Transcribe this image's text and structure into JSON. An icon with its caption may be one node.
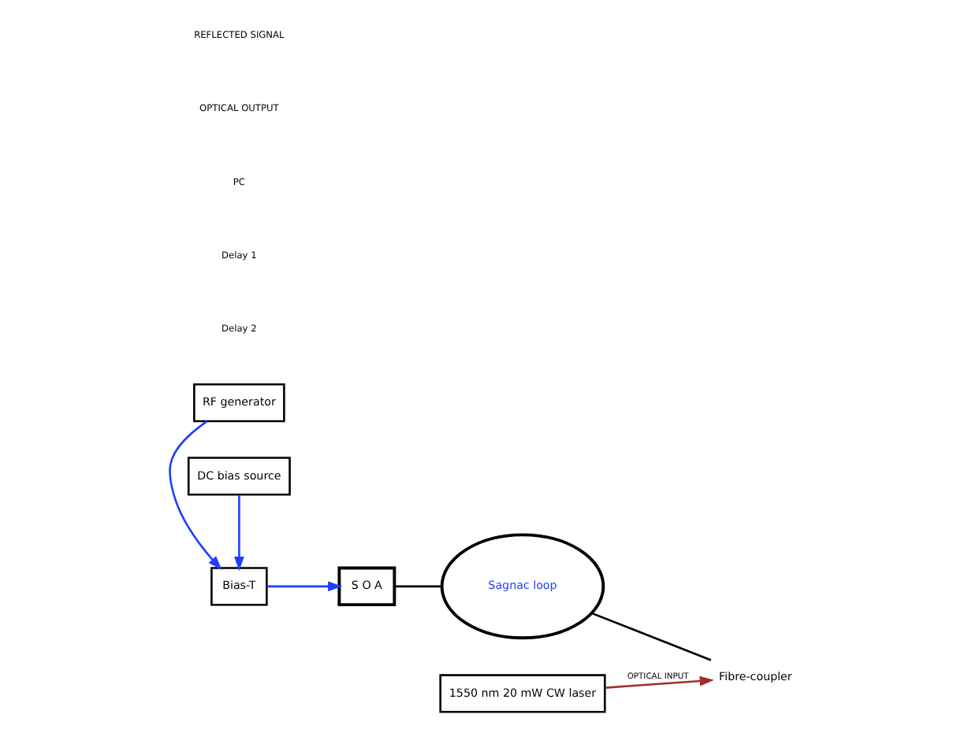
{
  "diagram": {
    "nodes": [
      {
        "text": [
          "RF generator"
        ]
      },
      {
        "text": [
          "DC bias source"
        ]
      },
      {
        "text": [
          "Bias-T"
        ]
      },
      {
        "text": [
          "S O A"
        ]
      },
      {
        "text": [
          "Sagnac loop"
        ]
      },
      {
        "text": [
          "1550 nm 20 mW CW laser"
        ]
      },
      {
        "text": [
          "Fibre-coupler"
        ]
      }
    ],
    "edges": [
      {
        "from": 0,
        "to": 2,
        "arrow": "to",
        "color": "#1f3fff"
      },
      {
        "from": 1,
        "to": 2,
        "arrow": "to",
        "color": "#1f3fff"
      },
      {
        "from": 2,
        "to": 3,
        "arrow": "to",
        "color": "#1f3fff"
      },
      {
        "from": 3,
        "to": 4,
        "arrow": "none",
        "color": "#000000"
      },
      {
        "from": 4,
        "to": 6,
        "arrow": "none",
        "color": "#000000"
      },
      {
        "from": 5,
        "to": 6,
        "arrow": "to",
        "label": "OPTICAL INPUT",
        "color": "#a0302a"
      }
    ],
    "labels": [
      "Delay 2",
      "Delay 1",
      "PC",
      "OPTICAL OUTPUT",
      "REFLECTED SIGNAL"
    ]
  }
}
